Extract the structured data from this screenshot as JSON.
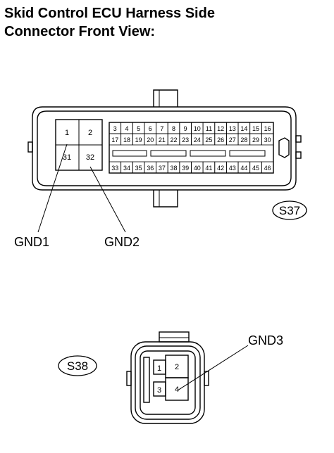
{
  "title": {
    "line1": "Skid Control ECU Harness Side",
    "line2": "Connector Front View:"
  },
  "connector_s37": {
    "tag": "S37",
    "pins_left": [
      "1",
      "2",
      "31",
      "32"
    ],
    "pins_top_row1": [
      "3",
      "4",
      "5",
      "6",
      "7",
      "8",
      "9",
      "10",
      "11",
      "12",
      "13",
      "14",
      "15",
      "16"
    ],
    "pins_top_row2": [
      "17",
      "18",
      "19",
      "20",
      "21",
      "22",
      "23",
      "24",
      "25",
      "26",
      "27",
      "28",
      "29",
      "30"
    ],
    "pins_bottom": [
      "33",
      "34",
      "35",
      "36",
      "37",
      "38",
      "39",
      "40",
      "41",
      "42",
      "43",
      "44",
      "45",
      "46"
    ],
    "labels": {
      "gnd1": "GND1",
      "gnd2": "GND2"
    }
  },
  "connector_s38": {
    "tag": "S38",
    "pins": [
      "1",
      "2",
      "3",
      "4"
    ],
    "labels": {
      "gnd3": "GND3"
    }
  }
}
